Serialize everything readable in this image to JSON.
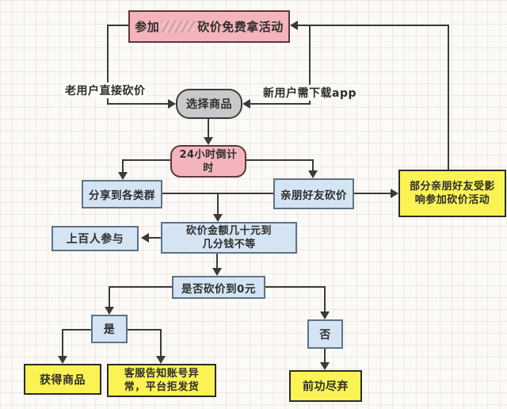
{
  "diagram": {
    "type": "flowchart",
    "nodes": {
      "start": {
        "prefix": "参加",
        "has_censored_word": true,
        "suffix": "砍价免费拿活动"
      },
      "select_product": {
        "label": "选择商品"
      },
      "countdown": {
        "line1": "24小时倒计",
        "line2": "时"
      },
      "share_groups": {
        "label": "分享到各类群"
      },
      "friends_bargain": {
        "label": "亲朋好友砍价"
      },
      "influenced": {
        "line1": "部分亲朋好友受影",
        "line2": "响参加砍价活动"
      },
      "amount": {
        "line1": "砍价金额几十元到",
        "line2": "几分钱不等"
      },
      "hundreds": {
        "label": "上百人参与"
      },
      "decision": {
        "label": "是否砍价到0元"
      },
      "yes": {
        "label": "是"
      },
      "no": {
        "label": "否"
      },
      "get_product": {
        "label": "获得商品"
      },
      "refused": {
        "line1": "客服告知账号异",
        "line2": "常，平台拒发货"
      },
      "wasted": {
        "label": "前功尽弃"
      }
    },
    "labels": {
      "old_user": "老用户直接砍价",
      "new_user": "新用户需下载app"
    },
    "edges": [
      {
        "from": "start",
        "to": "select_product",
        "label": "老用户直接砍价"
      },
      {
        "from": "start",
        "to": "select_product",
        "label": "新用户需下载app"
      },
      {
        "from": "select_product",
        "to": "countdown"
      },
      {
        "from": "countdown",
        "to": "share_groups"
      },
      {
        "from": "countdown",
        "to": "friends_bargain"
      },
      {
        "from": "share_groups",
        "to": "amount"
      },
      {
        "from": "friends_bargain",
        "to": "amount"
      },
      {
        "from": "friends_bargain",
        "to": "influenced"
      },
      {
        "from": "influenced",
        "to": "start"
      },
      {
        "from": "amount",
        "to": "hundreds"
      },
      {
        "from": "amount",
        "to": "decision"
      },
      {
        "from": "decision",
        "to": "yes"
      },
      {
        "from": "decision",
        "to": "no"
      },
      {
        "from": "yes",
        "to": "get_product"
      },
      {
        "from": "yes",
        "to": "refused"
      },
      {
        "from": "no",
        "to": "wasted"
      }
    ],
    "colors": {
      "start_fill": "#f3b5bb",
      "start_border": "#5c383d",
      "process_fill": "#d4e4f3",
      "process_border": "#5e7287",
      "result_fill": "#fbf353",
      "select_fill": "#c9c9c9",
      "line": "#3a3a3a",
      "background": "#fbfaf6"
    }
  }
}
